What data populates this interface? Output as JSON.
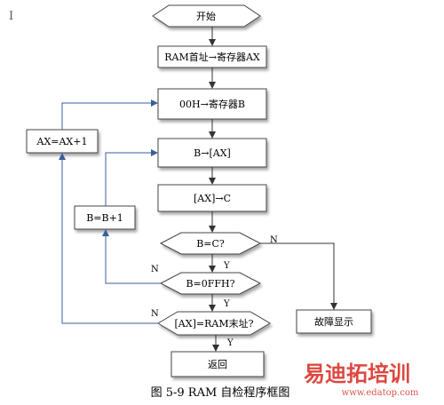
{
  "cursor_mark": "I",
  "nodes": {
    "start": "开始",
    "ram_first": "RAM首址→寄存器AX",
    "init_b": "00H→寄存器B",
    "write": "B→[AX]",
    "read": "[AX]→C",
    "check_bc": "B=C?",
    "inc_b": "B=B+1",
    "check_ff": "B=0FFH?",
    "inc_ax": "AX=AX+1",
    "check_end": "[AX]=RAM末址?",
    "fault": "故障显示",
    "return": "返回"
  },
  "branch_labels": {
    "bc_yes": "Y",
    "bc_no": "N",
    "ff_yes": "Y",
    "ff_no": "N",
    "end_yes": "Y",
    "end_no": "N"
  },
  "caption": "图 5-9 RAM 自检程序框图",
  "watermark": {
    "text": "易迪拓培训",
    "url": "www.edatop.com"
  },
  "colors": {
    "box_stroke": "#444444",
    "arrow": "#333333",
    "loop_arrow": "#3a5f9a",
    "watermark_red": "#d9342b"
  }
}
